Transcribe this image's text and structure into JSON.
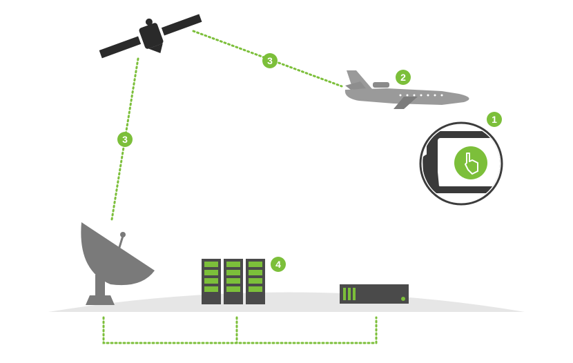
{
  "colors": {
    "accent_green": "#7cbf3a",
    "dark_gray": "#3c3c3c",
    "mid_gray": "#6e6e6e",
    "plane_gray": "#9a9a9a",
    "ground_gray": "#e6e6e6"
  },
  "icons": [
    "satellite-icon",
    "airplane-icon",
    "tablet-touch-icon",
    "satellite-dish-icon",
    "server-rack-icon",
    "network-box-icon"
  ],
  "badges": {
    "tablet": "1",
    "airplane": "2",
    "link_sat_plane": "3",
    "link_sat_dish": "3",
    "servers": "4"
  }
}
